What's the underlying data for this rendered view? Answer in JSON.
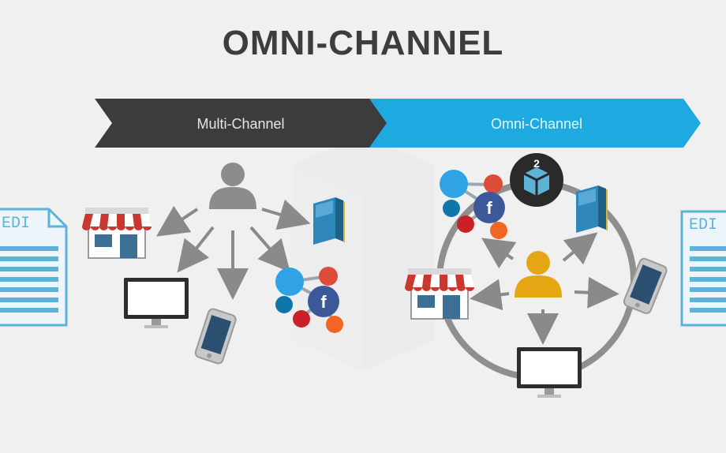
{
  "title": "OMNI-CHANNEL",
  "banners": {
    "multi_channel": "Multi-Channel",
    "omni_channel": "Omni-Channel"
  },
  "edi_left": "EDI",
  "edi_right": "EDI",
  "colors": {
    "background": "#f0f0f0",
    "multi_banner": "#3c3c3c",
    "omni_banner": "#1fa9e1",
    "arrows": "#8a8a8a",
    "person_multi": "#8c8c8c",
    "person_omni": "#e5a613",
    "loop_ring": "#8f8f8f",
    "edi_document": "#5bb3d8",
    "store_awning": "#c8382e",
    "catalog": "#2f86b8"
  },
  "icons": [
    "user-icon",
    "store-icon",
    "monitor-icon",
    "phone-icon",
    "catalog-icon",
    "social-media-cluster-icon",
    "twitter-icon",
    "google-plus-icon",
    "linkedin-icon",
    "facebook-icon",
    "pinterest-icon",
    "rss-icon",
    "brand-logo-icon",
    "edi-document-icon"
  ]
}
